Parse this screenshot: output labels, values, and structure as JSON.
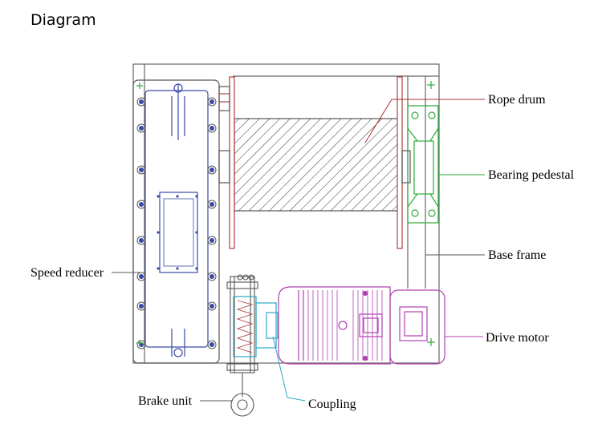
{
  "page_title": "Diagram",
  "labels": {
    "rope_drum": "Rope drum",
    "bearing_pedestal": "Bearing pedestal",
    "base_frame": "Base frame",
    "speed_reducer": "Speed reducer",
    "drive_motor": "Drive motor",
    "brake_unit": "Brake unit",
    "coupling": "Coupling"
  },
  "colors": {
    "line_gray": "#555555",
    "reducer_blue": "#3a4aa8",
    "drum_red": "#b04040",
    "leader_red": "#b03030",
    "pedestal_green": "#2faa3a",
    "motor_magenta": "#b040b0",
    "coupling_cyan": "#2aa8c8"
  }
}
